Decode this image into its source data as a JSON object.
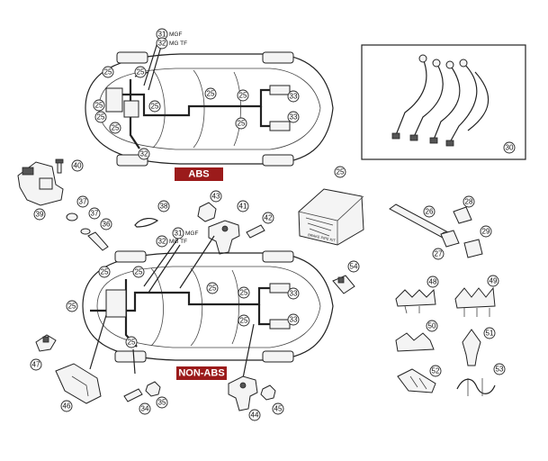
{
  "banners": {
    "abs": "ABS",
    "non_abs": "NON-ABS"
  },
  "model_labels": {
    "top_31": "MGF",
    "top_32": "MG TF",
    "mid_31": "MGF",
    "mid_32": "MG TF"
  },
  "kit_box_label": "BRAKE PIPE KIT",
  "colors": {
    "banner": "#9b1b1b",
    "line": "#222222"
  },
  "callouts": {
    "c31a": "31",
    "c32a": "32",
    "c25a": "25",
    "c25b": "25",
    "c25c": "25",
    "c25d": "25",
    "c25e": "25",
    "c25f": "25",
    "c25g": "25",
    "c33a": "33",
    "c33b": "33",
    "c25h": "25",
    "c32b": "32",
    "c40": "40",
    "c39": "39",
    "c37": "37",
    "c37b": "37",
    "c36": "36",
    "c38": "38",
    "c43": "43",
    "c41": "41",
    "c42": "42",
    "c25box": "25",
    "c26": "26",
    "c28": "28",
    "c29": "29",
    "c27": "27",
    "c30": "30",
    "c31b": "31",
    "c32c": "32",
    "c25i": "25",
    "c25j": "25",
    "c25k": "25",
    "c25l": "25",
    "c25m": "25",
    "c33c": "33",
    "c33d": "33",
    "c54": "54",
    "c48": "48",
    "c49": "49",
    "c50": "50",
    "c51": "51",
    "c52": "52",
    "c53": "53",
    "c47": "47",
    "c46": "46",
    "c34": "34",
    "c35": "35",
    "c44": "44",
    "c45": "45"
  }
}
